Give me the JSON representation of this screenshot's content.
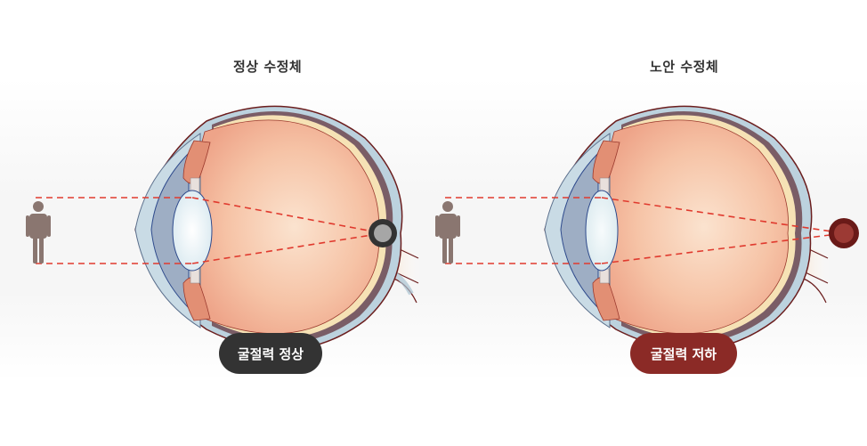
{
  "panels": [
    {
      "id": "normal",
      "title": "정상 수정체",
      "badge_label": "굴절력 정상",
      "badge_color": "#333333",
      "focus_dot_color": "#a6a6a6",
      "focus_ring_color": "#333333",
      "focus_position": "on-retina"
    },
    {
      "id": "presbyopia",
      "title": "노안 수정체",
      "badge_label": "굴절력 저하",
      "badge_color": "#8b2a26",
      "focus_dot_color": "#9c3a34",
      "focus_ring_color": "#6a1a18",
      "focus_position": "behind-retina"
    }
  ],
  "colors": {
    "ray": "#e03a2e",
    "person": "#8a7670",
    "sclera_outline": "#6b1e1e",
    "vitreous": "#f3b79a",
    "cornea": "#c9dbe5",
    "lens": "#eef5f8",
    "iris": "#e28f74"
  },
  "icons": [
    "person-icon",
    "eye-diagram",
    "focus-point-icon"
  ]
}
